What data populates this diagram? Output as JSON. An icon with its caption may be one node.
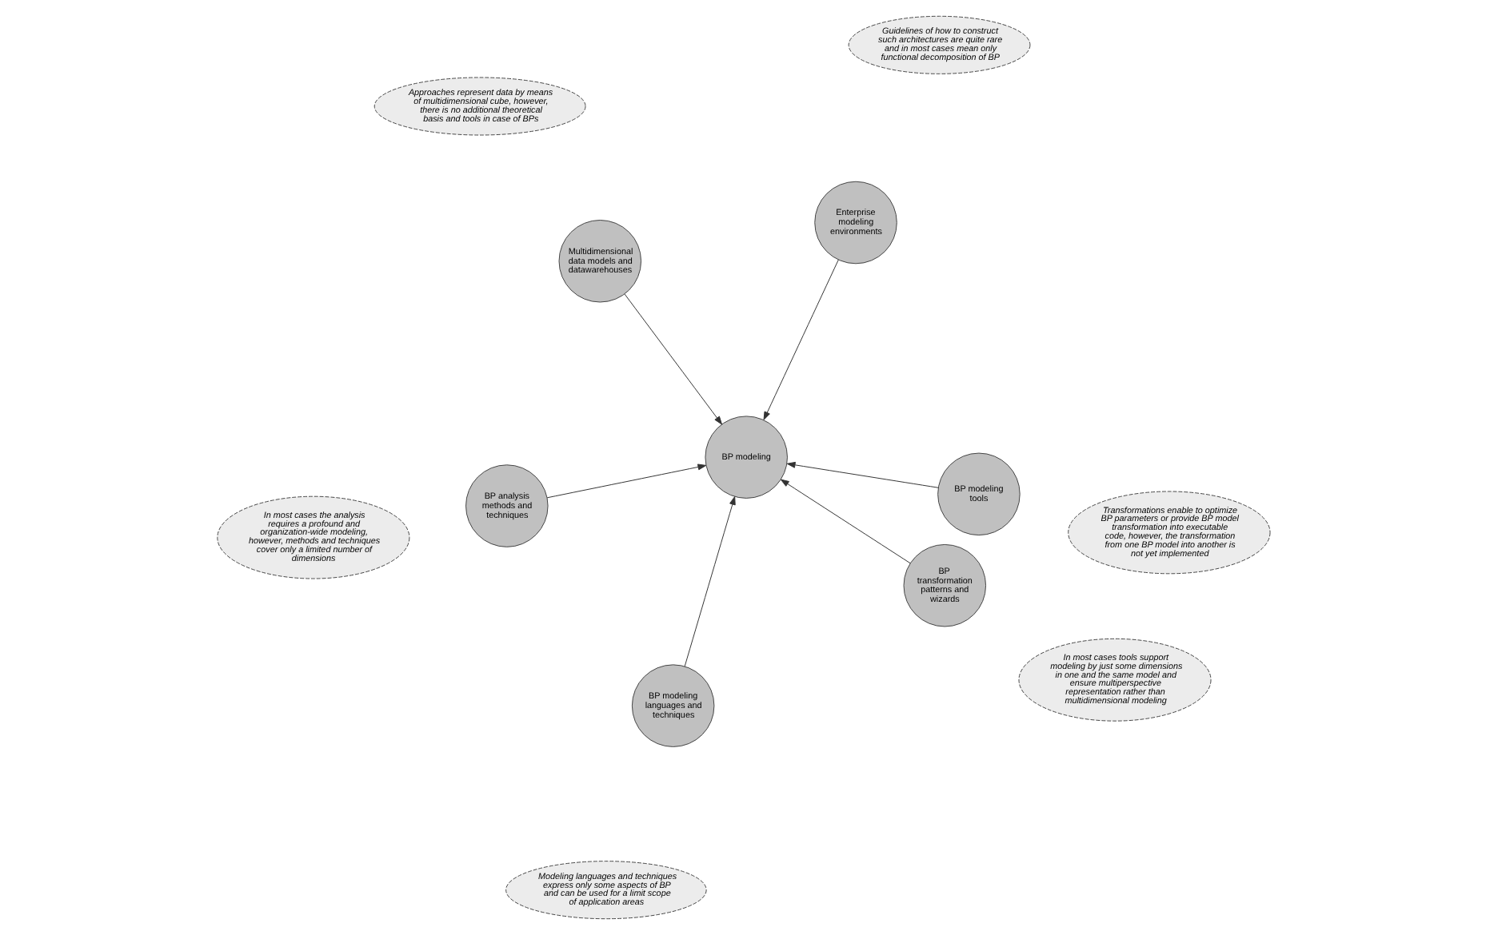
{
  "diagram": {
    "nodes": [
      {
        "text": [
          "Modeling languages and techniques express only some aspects of BP and can be used for a limit scope of application areas"
        ]
      },
      {
        "text": [
          "Guidelines of how to construct such architectures are quite rare and in most cases mean only functional decomposition of BP"
        ]
      },
      {
        "text": [
          "BP modeling languages and techniques"
        ]
      },
      {
        "text": [
          "Enterprise modeling environments"
        ]
      },
      {
        "text": [
          "BP modeling tools"
        ]
      },
      {
        "text": [
          "Approaches represent data by means of multidimensional cube, however, there is no additional theoretical basis and tools in case of BPs"
        ]
      },
      {
        "text": [
          "BP modeling"
        ]
      },
      {
        "text": [
          "In most cases tools support modeling by just some dimensions in one and the same model and ensure multiperspective representation rather than multidimensional modeling"
        ]
      },
      {
        "text": [
          "Multidimensional data models and datawarehouses"
        ]
      },
      {
        "text": [
          "BP analysis methods and techniques"
        ]
      },
      {
        "text": [
          "BP transformation patterns and wizards"
        ]
      },
      {
        "text": [
          "In most cases the analysis requires a profound and organization-wide modeling, however, methods and techniques cover only a limited number of dimensions"
        ]
      },
      {
        "text": [
          "Transformations enable to optimize BP parameters or provide BP model transformation into executable code, however, the transformation from one BP model into another is not yet implemented"
        ]
      }
    ],
    "edges": [
      {
        "from": 2,
        "to": 6,
        "arrow": "to"
      },
      {
        "from": 3,
        "to": 6,
        "arrow": "to"
      },
      {
        "from": 4,
        "to": 6,
        "arrow": "to"
      },
      {
        "from": 8,
        "to": 6,
        "arrow": "to"
      },
      {
        "from": 9,
        "to": 6,
        "arrow": "to"
      },
      {
        "from": 10,
        "to": 6,
        "arrow": "to"
      }
    ]
  }
}
